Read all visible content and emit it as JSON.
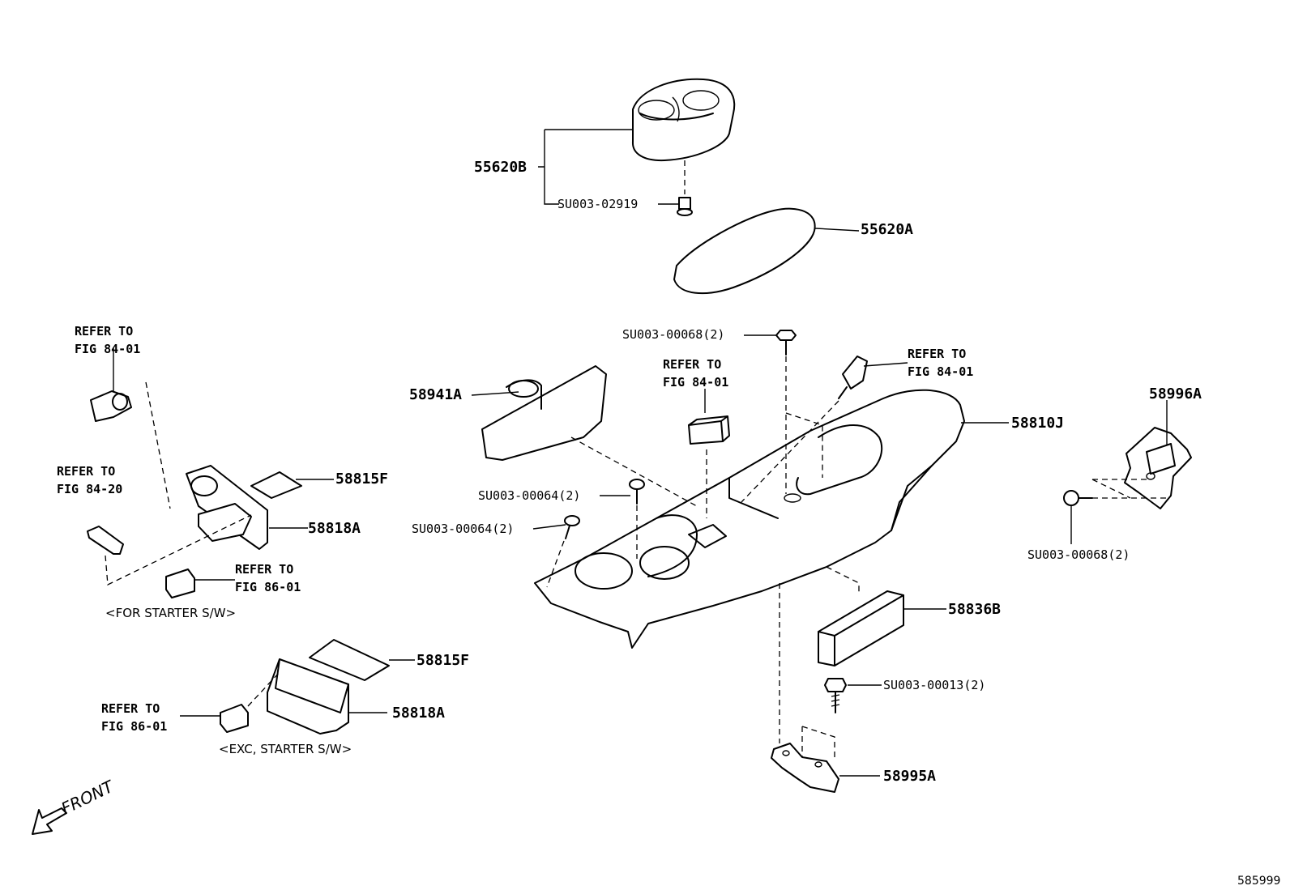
{
  "part_numbers": {
    "p55620B": "55620B",
    "p55620A": "55620A",
    "p58941A": "58941A",
    "p58810J": "58810J",
    "p58996A": "58996A",
    "p58815F_a": "58815F",
    "p58818A_a": "58818A",
    "p58836B": "58836B",
    "p58815F_b": "58815F",
    "p58818A_b": "58818A",
    "p58995A": "58995A"
  },
  "fasteners": {
    "f02919": "SU003-02919",
    "f00068_top": "SU003-00068(2)",
    "f00064_a": "SU003-00064(2)",
    "f00064_b": "SU003-00064(2)",
    "f00068_right": "SU003-00068(2)",
    "f00013": "SU003-00013(2)"
  },
  "references": {
    "r1": {
      "line1": "REFER TO",
      "line2": "FIG 84-01"
    },
    "r2": {
      "line1": "REFER TO",
      "line2": "FIG 84-20"
    },
    "r3": {
      "line1": "REFER TO",
      "line2": "FIG 86-01"
    },
    "r4": {
      "line1": "REFER TO",
      "line2": "FIG 84-01"
    },
    "r5": {
      "line1": "REFER TO",
      "line2": "FIG 84-01"
    },
    "r6": {
      "line1": "REFER TO",
      "line2": "FIG 86-01"
    }
  },
  "notes": {
    "for_starter": "<FOR STARTER S/W>",
    "exc_starter": "<EXC, STARTER S/W>"
  },
  "front_label": "FRONT",
  "figure_id": "585999"
}
